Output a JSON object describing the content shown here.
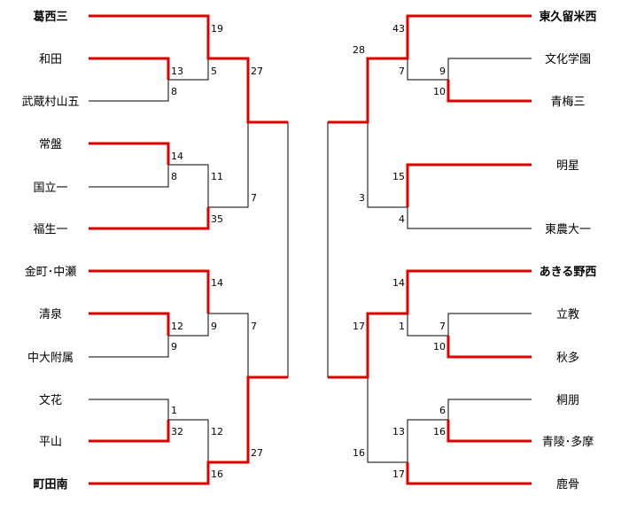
{
  "colors": {
    "winner": "#e00000",
    "normal": "#000000"
  },
  "left": {
    "teams": [
      {
        "name": "葛西三",
        "bold": true
      },
      {
        "name": "和田",
        "bold": false
      },
      {
        "name": "武蔵村山五",
        "bold": false
      },
      {
        "name": "常盤",
        "bold": false
      },
      {
        "name": "国立一",
        "bold": false
      },
      {
        "name": "福生一",
        "bold": false
      },
      {
        "name": "金町･中瀬",
        "bold": false
      },
      {
        "name": "清泉",
        "bold": false
      },
      {
        "name": "中大附属",
        "bold": false
      },
      {
        "name": "文花",
        "bold": false
      },
      {
        "name": "平山",
        "bold": false
      },
      {
        "name": "町田南",
        "bold": true
      }
    ],
    "scores": {
      "r1_wada": "13",
      "r1_musashi": "8",
      "r1_tokiwa": "14",
      "r1_kunitachi": "8",
      "r1_seisen": "12",
      "r1_chudai": "9",
      "r1_bunka": "1",
      "r1_hirayama": "32",
      "r2_kasai": "19",
      "r2_wada_w": "5",
      "r2_tokiwa_w": "11",
      "r2_fussa": "35",
      "r2_kanamachi": "14",
      "r2_seisen_w": "9",
      "r2_hirayama_w": "12",
      "r2_machida": "16",
      "r3_top": "27",
      "r3_upper": "7",
      "r3_lower": "7",
      "r3_bottom": "27"
    }
  },
  "right": {
    "teams": [
      {
        "name": "東久留米西",
        "bold": true
      },
      {
        "name": "文化学園",
        "bold": false
      },
      {
        "name": "青梅三",
        "bold": false
      },
      {
        "name": "明星",
        "bold": false
      },
      {
        "name": "東農大一",
        "bold": false
      },
      {
        "name": "あきる野西",
        "bold": true
      },
      {
        "name": "立教",
        "bold": false
      },
      {
        "name": "秋多",
        "bold": false
      },
      {
        "name": "桐朋",
        "bold": false
      },
      {
        "name": "青陵･多摩",
        "bold": false
      },
      {
        "name": "鹿骨",
        "bold": false
      }
    ],
    "scores": {
      "r1_bunka": "9",
      "r1_ome": "10",
      "r1_rikkyo": "7",
      "r1_akita": "10",
      "r1_toho": "6",
      "r1_seiryo": "16",
      "r2_higashi": "43",
      "r2_ome_w": "7",
      "r2_meisei": "15",
      "r2_tono": "4",
      "r2_akiruno": "14",
      "r2_akita_w": "1",
      "r2_seiryo_w": "13",
      "r2_shishibone": "17",
      "r3_a": "28",
      "r3_b": "3",
      "r3_c": "17",
      "r3_d": "16"
    }
  }
}
